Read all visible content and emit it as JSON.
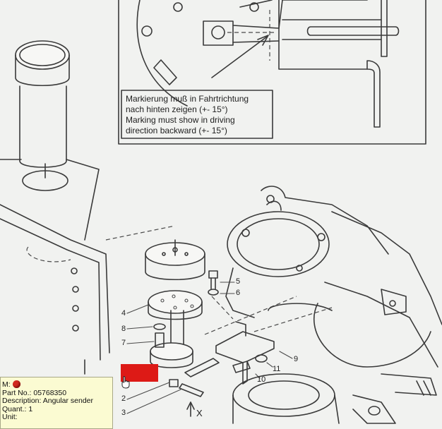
{
  "note": {
    "lines": [
      "Markierung muß in Fahrtrichtung",
      "nach hinten zeigen (+- 15°)",
      "Marking must show in driving",
      "direction backward (+- 15°)"
    ]
  },
  "callouts": {
    "c1": "1",
    "c2": "2",
    "c3": "3",
    "c4": "4",
    "c5": "5",
    "c6": "6",
    "c7": "7",
    "c8": "8",
    "c9": "9",
    "c10": "10",
    "c11": "11",
    "x": "X"
  },
  "tooltip": {
    "m_label": "M:",
    "part_no": "Part No.: 05768350",
    "description": "Description: Angular sender",
    "quant": "Quant.: 1",
    "unit": "Unit:"
  },
  "colors": {
    "hotspot": "#dd1a16",
    "status_dot": "#d12a1f",
    "tooltip_bg": "#fbfbd2"
  }
}
